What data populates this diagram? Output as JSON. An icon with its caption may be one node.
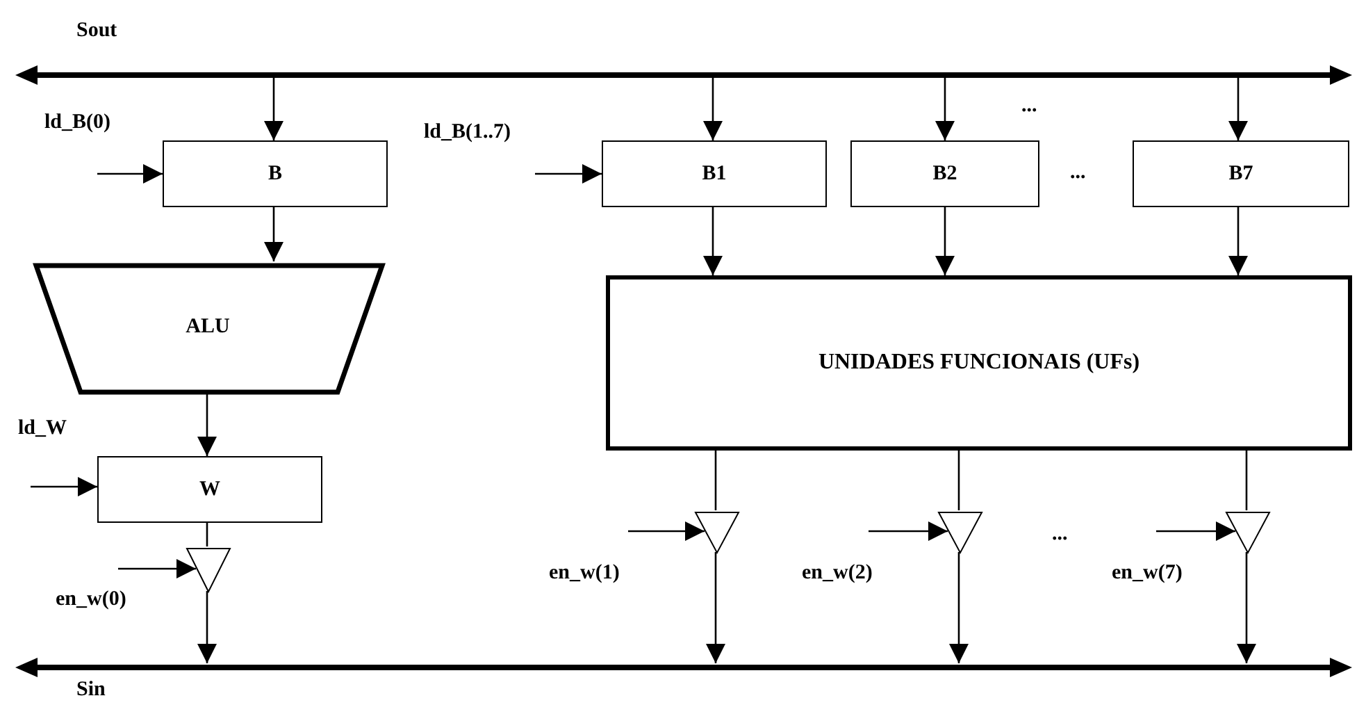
{
  "diagram": {
    "nodes": [
      {
        "text": [],
        "shape": "bar",
        "beside": [
          "Sout"
        ]
      },
      {
        "text": [],
        "shape": "bar",
        "beside": [
          "Sin"
        ]
      },
      {
        "text": [
          "B"
        ]
      },
      {
        "text": [
          "ALU"
        ]
      },
      {
        "text": [
          "W"
        ]
      },
      {
        "text": [],
        "shape": "triangle"
      },
      {
        "text": [
          "B1"
        ]
      },
      {
        "text": [
          "B2"
        ]
      },
      {
        "text": [
          "B7"
        ]
      },
      {
        "text": [
          "UNIDADES FUNCIONAIS (UFs)"
        ]
      },
      {
        "text": [],
        "shape": "triangle"
      },
      {
        "text": [],
        "shape": "triangle"
      },
      {
        "text": [],
        "shape": "triangle"
      }
    ],
    "edges": [
      {
        "from": 0,
        "to": 2,
        "arrow": "to"
      },
      {
        "from": 0,
        "to": 6,
        "arrow": "to"
      },
      {
        "from": 0,
        "to": 7,
        "arrow": "to"
      },
      {
        "from": 0,
        "to": 8,
        "arrow": "to"
      },
      {
        "from": 2,
        "to": 3,
        "arrow": "to"
      },
      {
        "from": 3,
        "to": 4,
        "arrow": "to"
      },
      {
        "from": 4,
        "to": 5,
        "arrow": "none"
      },
      {
        "from": 5,
        "to": 1,
        "arrow": "to"
      },
      {
        "from": 6,
        "to": 9,
        "arrow": "to"
      },
      {
        "from": 7,
        "to": 9,
        "arrow": "to"
      },
      {
        "from": 8,
        "to": 9,
        "arrow": "to"
      },
      {
        "from": 9,
        "to": 10,
        "arrow": "none"
      },
      {
        "from": 9,
        "to": 11,
        "arrow": "none"
      },
      {
        "from": 9,
        "to": 12,
        "arrow": "none"
      },
      {
        "from": 10,
        "to": 1,
        "arrow": "to"
      },
      {
        "from": 11,
        "to": 1,
        "arrow": "to"
      },
      {
        "from": 12,
        "to": 1,
        "arrow": "to"
      },
      {
        "from": null,
        "to": 2,
        "arrow": "to",
        "label": "ld_B(0)"
      },
      {
        "from": null,
        "to": 6,
        "arrow": "to",
        "label": "ld_B(1..7)"
      },
      {
        "from": null,
        "to": 4,
        "arrow": "to",
        "label": "ld_W"
      },
      {
        "from": null,
        "to": 5,
        "arrow": "to",
        "label": "en_w(0)"
      },
      {
        "from": null,
        "to": 10,
        "arrow": "to",
        "label": "en_w(1)"
      },
      {
        "from": null,
        "to": 11,
        "arrow": "to",
        "label": "en_w(2)"
      },
      {
        "from": null,
        "to": 12,
        "arrow": "to",
        "label": "en_w(7)"
      }
    ],
    "labels": [
      "...",
      "...",
      "..."
    ]
  }
}
